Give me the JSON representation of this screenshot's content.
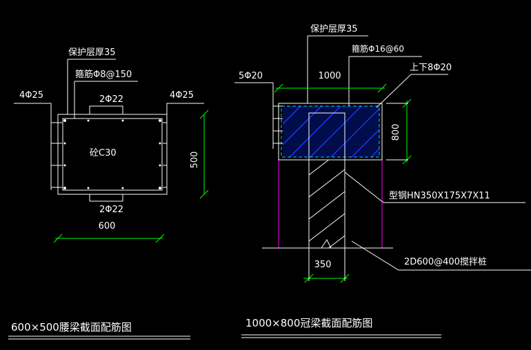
{
  "left_section": {
    "cover_thickness": "保护层厚35",
    "stirrup": "箍筋Φ8@150",
    "side_bars_left": "4Φ25",
    "side_bars_right": "4Φ25",
    "top_bars": "2Φ22",
    "bottom_bars": "2Φ22",
    "concrete": "砼C30",
    "height_dim": "500",
    "width_dim": "600",
    "title": "600×500腰梁截面配筋图"
  },
  "right_section": {
    "cover_thickness": "保护层厚35",
    "stirrup": "箍筋Φ16@60",
    "side_bars": "5Φ20",
    "top_bottom_bars": "上下8Φ20",
    "width_dim": "1000",
    "height_dim": "800",
    "steel_section": "型钢HN350X175X7X11",
    "pile": "2D600@400搅拌桩",
    "pile_dim": "350",
    "title": "1000×800冠梁截面配筋图"
  },
  "colors": {
    "background": "#000000",
    "line": "#ffffff",
    "dimension": "#00ff00",
    "pile_outline": "#ff00ff",
    "hatch_fill": "#1f3cff",
    "rebar_cage": "#00d8ff"
  }
}
